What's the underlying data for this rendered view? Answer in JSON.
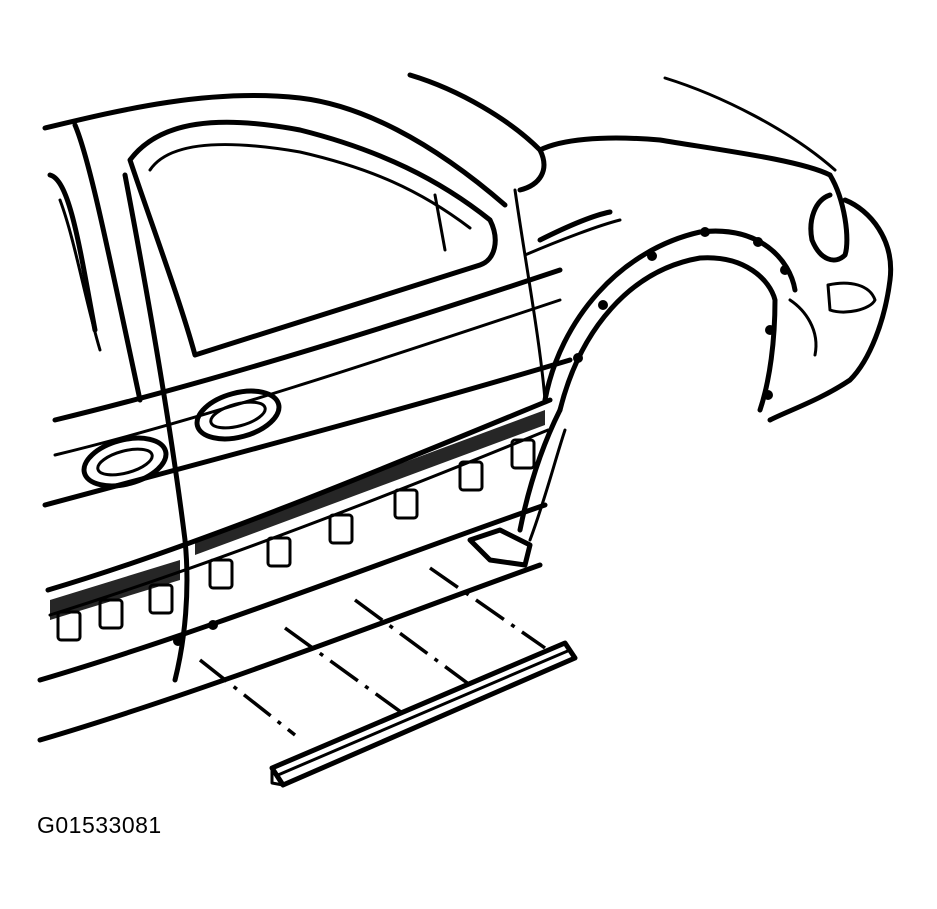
{
  "figure": {
    "id_label": "G01533081",
    "parts": [
      "door-outer-panels",
      "rear-quarter-panel",
      "rocker-panel-clips",
      "rocker-molding"
    ]
  },
  "colors": {
    "line": "#000000",
    "background": "#ffffff"
  }
}
